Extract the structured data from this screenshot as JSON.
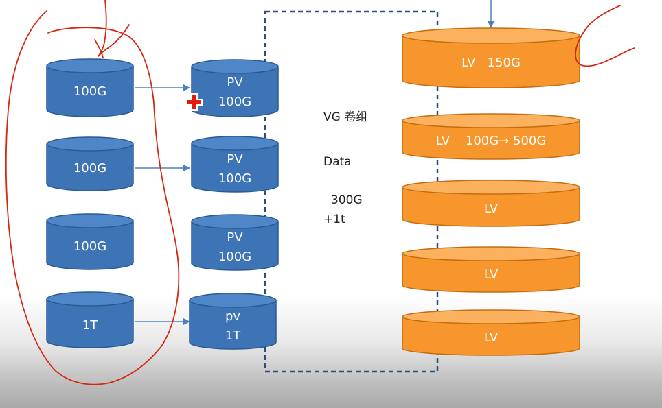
{
  "colors": {
    "disk_blue_body": "#3d74b5",
    "disk_blue_top": "#4e86c7",
    "disk_blue_stroke": "#2a5a92",
    "lv_orange_body": "#f7962c",
    "lv_orange_top": "#fbb15d",
    "lv_orange_stroke": "#c46d10",
    "vg_border": "#2f4d7a",
    "annotation_red": "#d42810",
    "arrow": "#4f81bd"
  },
  "disks": [
    {
      "label": "100G"
    },
    {
      "label": "100G"
    },
    {
      "label": "100G"
    },
    {
      "label": "1T"
    }
  ],
  "pvs": [
    {
      "line1": "PV",
      "line2": "100G"
    },
    {
      "line1": "PV",
      "line2": "100G"
    },
    {
      "line1": "PV",
      "line2": "100G"
    },
    {
      "line1": "pv",
      "line2": "1T"
    }
  ],
  "vg": {
    "title": "VG  卷组",
    "name": "Data",
    "size": "300G",
    "extra": "+1t"
  },
  "lvs": [
    {
      "label": "LV   150G"
    },
    {
      "label": "LV    100G→ 500G"
    },
    {
      "label": "LV"
    },
    {
      "label": "LV"
    },
    {
      "label": "LV"
    }
  ],
  "annotation_icons": [
    "red-plus-icon"
  ]
}
